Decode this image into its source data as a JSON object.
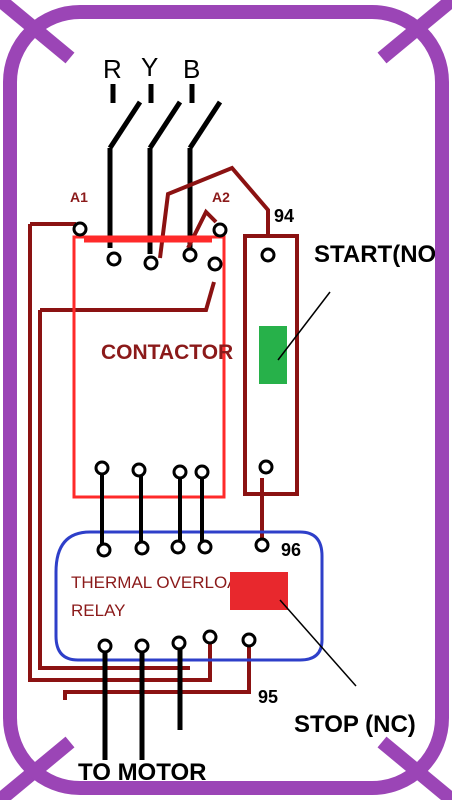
{
  "colors": {
    "frame": "#9b45b6",
    "wire": "#000000",
    "control_wire": "#8b1212",
    "contactor_box": "#ff2a2a",
    "relay_outline": "#2e3fc9",
    "start_button": "#27b14a",
    "stop_button": "#e8282d",
    "label_red": "#8b1a1a"
  },
  "diagram": {
    "phase_labels": [
      "R",
      "Y",
      "B"
    ],
    "contactor_label": "CONTACTOR",
    "terminal_a1": "A1",
    "terminal_a2": "A2",
    "terminal_94": "94",
    "terminal_96": "96",
    "terminal_95": "95",
    "start_label": "START(NO)",
    "stop_label": "STOP (NC)",
    "relay_label_line1": "THERMAL OVERLOAD",
    "relay_label_line2": "RELAY",
    "motor_label": "TO MOTOR"
  }
}
